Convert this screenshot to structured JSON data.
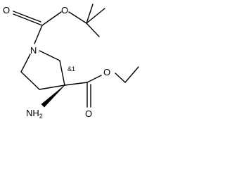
{
  "atoms": {
    "n1": "N",
    "o_carbonyl_top": "O",
    "o_ester_top": "O",
    "o_ester_right": "O",
    "o_carbonyl_bottom": "O",
    "amine": "NH",
    "amine_sub": "2"
  },
  "stereo_label": "&1",
  "colors": {
    "bond": "#000000",
    "label": "#000000",
    "background": "#ffffff"
  }
}
